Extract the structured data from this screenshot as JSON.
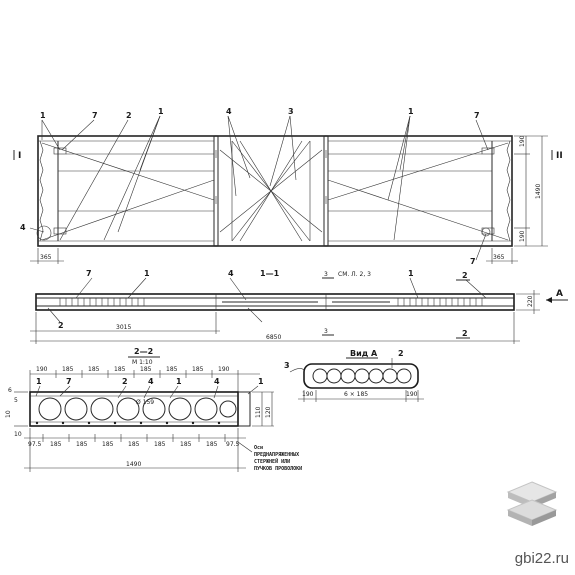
{
  "plan": {
    "callouts_top": [
      "1",
      "7",
      "2",
      "1",
      "4",
      "3",
      "1",
      "7"
    ],
    "callouts_side": [
      "4",
      "7"
    ],
    "section_marks": [
      "I",
      "II"
    ],
    "dims_left": "365",
    "dims_right": "365",
    "dim_right_top": "190",
    "dim_right_bottom": "190",
    "dim_height": "1490"
  },
  "elevation": {
    "section_title": "1—1",
    "section_ref": "СМ. Л. 2, 3",
    "section_num_top": "3",
    "section_num_bottom": "3",
    "callouts": [
      "7",
      "1",
      "4",
      "1",
      "2",
      "2",
      "2"
    ],
    "dim_span": "3015",
    "dim_total": "6850",
    "dim_height": "220",
    "view_mark": "A"
  },
  "section22": {
    "title": "2—2",
    "scale": "М 1:10",
    "top_dims": [
      "190",
      "185",
      "185",
      "185",
      "185",
      "185",
      "185",
      "190"
    ],
    "bottom_dims": [
      "97.5",
      "185",
      "185",
      "185",
      "185",
      "185",
      "185",
      "185",
      "97.5"
    ],
    "total_width": "1490",
    "callouts": [
      "1",
      "7",
      "2",
      "4",
      "4",
      "1",
      "1"
    ],
    "left_marks": [
      "6",
      "5",
      "10",
      "10"
    ],
    "right_dims": [
      "110",
      "120"
    ],
    "hole_label": "Ø 159",
    "note_lines": [
      "Оси",
      "ПРЕДНАПРЯЖЕННЫХ",
      "СТЕРЖНЕЙ ИЛИ",
      "ПУЧКОВ ПРОВОЛОКИ"
    ]
  },
  "viewA": {
    "title": "Вид А",
    "callout": "2",
    "left_num": "3",
    "dims": [
      "190",
      "6 × 185",
      "190"
    ]
  },
  "watermark": {
    "site": "gbi22.ru"
  }
}
